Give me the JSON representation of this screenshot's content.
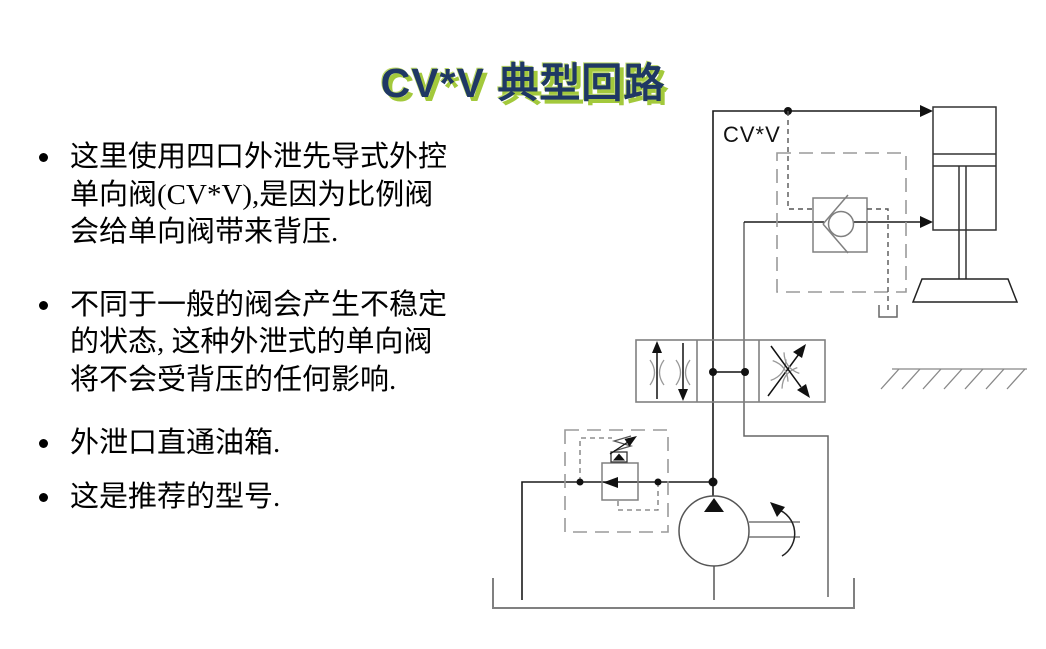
{
  "title": "CV*V 典型回路",
  "bullets": [
    {
      "lines": [
        "这里使用四口外泄先导式外控",
        "单向阀(CV*V),是因为比例阀",
        "会给单向阀带来背压."
      ]
    },
    {
      "lines": [
        "不同于一般的阀会产生不稳定",
        "的状态, 这种外泄式的单向阀",
        "将不会受背压的任何影响."
      ]
    },
    {
      "lines": [
        "外泄口直通油箱."
      ]
    },
    {
      "lines": [
        "这是推荐的型号."
      ]
    }
  ],
  "diagram": {
    "label": "CV*V",
    "components": [
      "pilot-operated-check-valve",
      "check-valve-assembly-dashed-box",
      "hydraulic-cylinder",
      "load-platform",
      "ground-hatching",
      "proportional-directional-valve",
      "relief-valve-assembly-dashed-box",
      "relief-valve",
      "pump",
      "tank",
      "drain-to-tank",
      "pilot-line",
      "drain-line"
    ]
  },
  "colors": {
    "title_text": "#1F3864",
    "title_shadow": "#A3C93C",
    "line_main": "#1a1a1a",
    "line_gray": "#808080",
    "dashed_box": "#9a9a9a",
    "background": "#ffffff"
  }
}
